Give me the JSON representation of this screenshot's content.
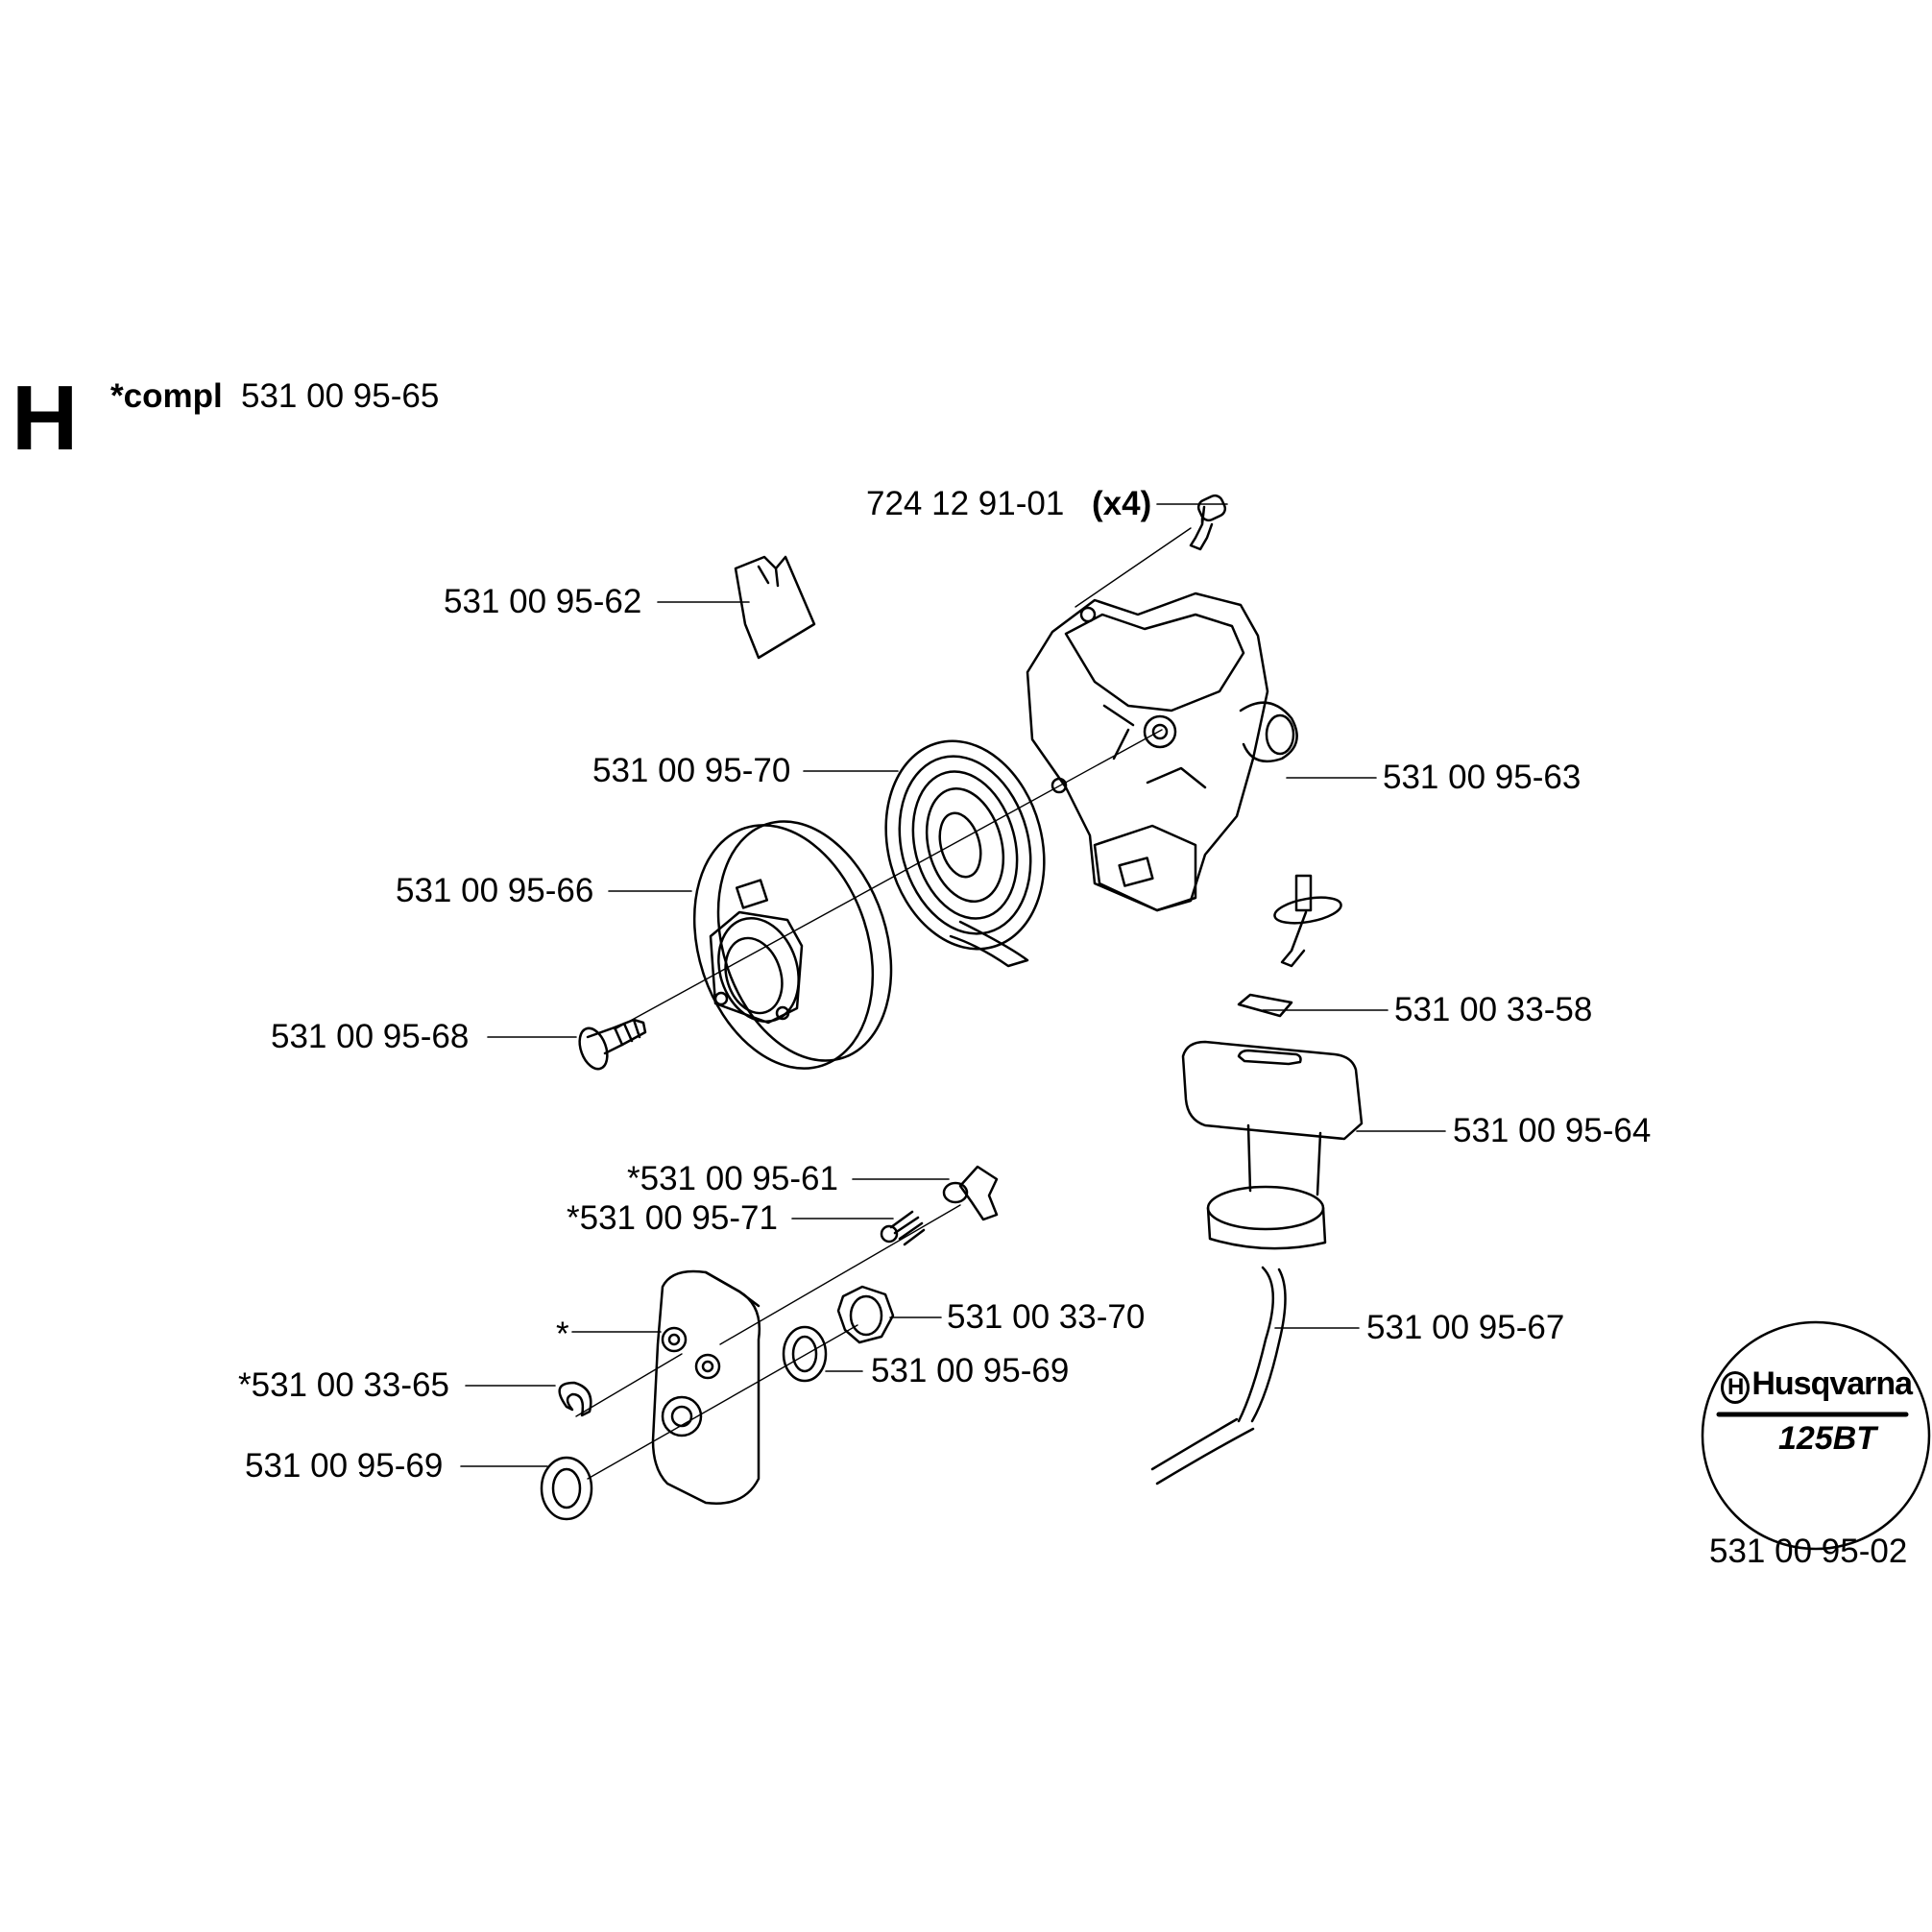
{
  "section": {
    "letter": "H",
    "compl_prefix": "*compl",
    "compl_number": "531 00 95-65"
  },
  "parts": {
    "screw_top": "724 12 91-01",
    "screw_top_qty": "(x4)",
    "pawl": "531 00 95-62",
    "spring": "531 00 95-70",
    "housing": "531 00 95-63",
    "pulley": "531 00 95-66",
    "screw_pulley": "531 00 95-68",
    "washer_handle": "531 00 33-58",
    "handle": "531 00 95-64",
    "pin": "*531 00 95-61",
    "spring_small": "*531 00 95-71",
    "asterisk_block": "*",
    "nut": "531 00 33-70",
    "washer_mid": "531 00 95-69",
    "circlip": "*531 00 33-65",
    "washer_lower": "531 00 95-69",
    "rope": "531 00 95-67"
  },
  "badge": {
    "brand": "Husqvarna",
    "model": "125BT"
  },
  "drawing_number": "531 00 95-02"
}
